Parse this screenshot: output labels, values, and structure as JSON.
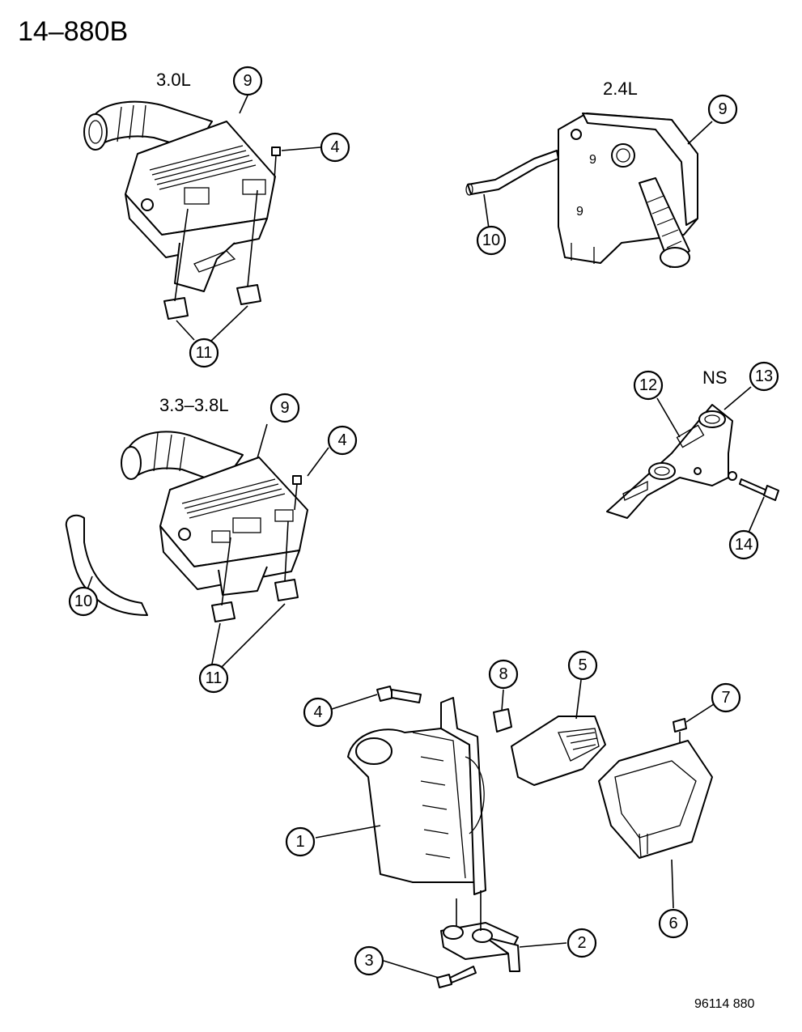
{
  "header": {
    "figure_number": "14–880B",
    "footer_code": "96114  880"
  },
  "engine_labels": {
    "engine_30": "3.0L",
    "engine_24": "2.4L",
    "engine_3338": "3.3–3.8L",
    "ns": "NS"
  },
  "callouts": [
    {
      "id": "c9-30",
      "number": "9"
    },
    {
      "id": "c4-30",
      "number": "4"
    },
    {
      "id": "c11-30",
      "number": "11"
    },
    {
      "id": "c9-24",
      "number": "9"
    },
    {
      "id": "c10-24",
      "number": "10"
    },
    {
      "id": "c12",
      "number": "12"
    },
    {
      "id": "c13",
      "number": "13"
    },
    {
      "id": "c14",
      "number": "14"
    },
    {
      "id": "c9-33",
      "number": "9"
    },
    {
      "id": "c4-33",
      "number": "4"
    },
    {
      "id": "c10-33",
      "number": "10"
    },
    {
      "id": "c11-33",
      "number": "11"
    },
    {
      "id": "c8",
      "number": "8"
    },
    {
      "id": "c5",
      "number": "5"
    },
    {
      "id": "c4-b",
      "number": "4"
    },
    {
      "id": "c7",
      "number": "7"
    },
    {
      "id": "c1",
      "number": "1"
    },
    {
      "id": "c6",
      "number": "6"
    },
    {
      "id": "c2",
      "number": "2"
    },
    {
      "id": "c3",
      "number": "3"
    }
  ]
}
